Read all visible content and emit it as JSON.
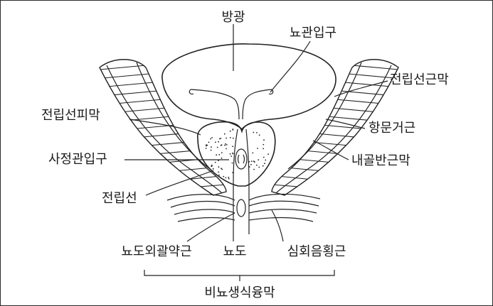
{
  "labels": {
    "bladder": "방광",
    "ureter_orifice": "뇨관입구",
    "prostate_capsule": "전립선피막",
    "ejaculatory_duct_orifice": "사정관입구",
    "prostate": "전립선",
    "prostate_fascia": "전립선근막",
    "anal_levator": "항문거근",
    "internal_pelvic_fascia": "내골반근막",
    "external_urethral_sphincter": "뇨도외괄약근",
    "urethra": "뇨도",
    "deep_transverse_perineal": "심회음횡근",
    "urogenital_diaphragm": "비뇨생식융막"
  }
}
